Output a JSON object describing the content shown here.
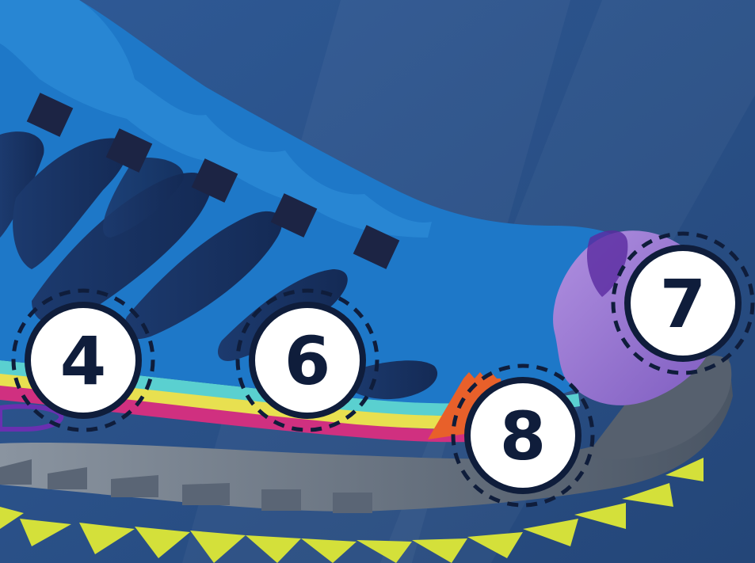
{
  "callouts": [
    {
      "id": "callout-4",
      "label": "4"
    },
    {
      "id": "callout-6",
      "label": "6"
    },
    {
      "id": "callout-7",
      "label": "7"
    },
    {
      "id": "callout-8",
      "label": "8"
    }
  ],
  "colors": {
    "background": "#2a5088",
    "upper": "#1e78c8",
    "upper_light": "#2a8ad6",
    "laces_dark": "#1a2a50",
    "lace_tips": "#1c2444",
    "teal_band": "#5ad0d0",
    "yellow_band": "#e8e050",
    "magenta_band": "#d03080",
    "purple_band": "#6a30b0",
    "sole_gray": "#6a7686",
    "tread_yellow": "#d4e03a",
    "heel_purple": "#9c7cd0",
    "heel_tab_orange": "#e8602a",
    "badge_fill": "#ffffff",
    "badge_ring": "#0f1d3b"
  }
}
